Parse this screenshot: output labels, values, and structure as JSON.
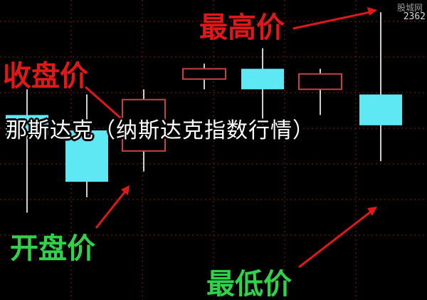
{
  "chart_data": {
    "type": "candlestick",
    "annotations": {
      "high_label": "最高价",
      "close_label": "收盘价",
      "open_label": "开盘价",
      "low_label": "最低价"
    },
    "candles": [
      {
        "open": 380,
        "close": 420,
        "high": 470,
        "low": 230,
        "color": "up"
      },
      {
        "open": 290,
        "close": 390,
        "high": 460,
        "low": 260,
        "color": "up"
      },
      {
        "open": 450,
        "close": 350,
        "high": 470,
        "low": 310,
        "color": "down"
      },
      {
        "open": 490,
        "close": 510,
        "high": 520,
        "low": 470,
        "color": "down"
      },
      {
        "open": 470,
        "close": 510,
        "high": 550,
        "low": 400,
        "color": "up"
      },
      {
        "open": 470,
        "close": 500,
        "high": 510,
        "low": 420,
        "color": "down"
      },
      {
        "open": 400,
        "close": 460,
        "high": 620,
        "low": 330,
        "color": "up"
      }
    ],
    "price_marker": "2362",
    "grid": true
  },
  "caption": "那斯达克（纳斯达克指数行情）",
  "watermark": "股城网",
  "colors": {
    "up": "#5ee8f4",
    "down": "#c94040",
    "wick": "#cfcfcf",
    "annotation": "#e01818",
    "open_annotation": "#2fd24a",
    "grid": "#7a1a1a"
  }
}
